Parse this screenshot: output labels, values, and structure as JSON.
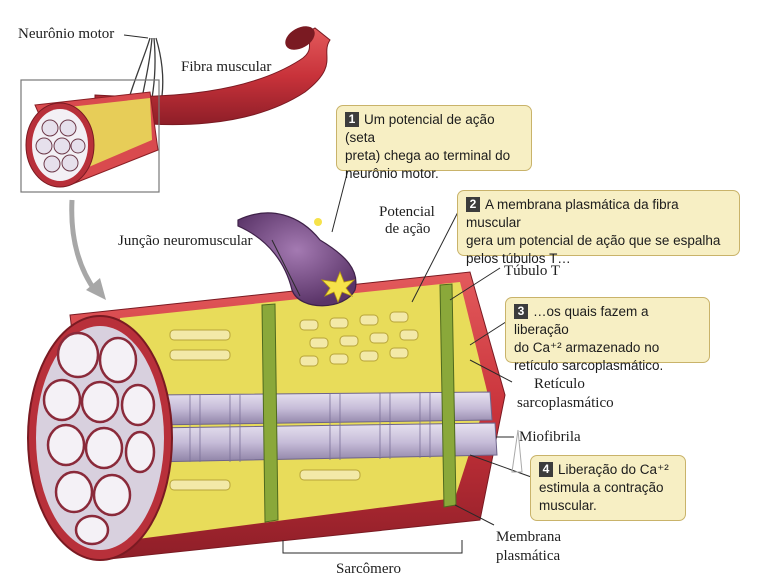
{
  "labels": {
    "motor_neuron": "Neurônio motor",
    "muscle_fiber": "Fibra muscular",
    "action_potential_line1": "Potencial",
    "action_potential_line2": "de ação",
    "neuromuscular_junction": "Junção neuromuscular",
    "t_tubule": "Túbulo T",
    "sr_line1": "Retículo",
    "sr_line2": "sarcoplasmático",
    "myofibril": "Miofibrila",
    "membrane_line1": "Membrana",
    "membrane_line2": "plasmática",
    "sarcomere": "Sarcômero"
  },
  "steps": [
    {
      "number": "1",
      "lines": [
        "Um potencial de ação (seta",
        "preta) chega ao terminal do",
        "neurônio motor."
      ]
    },
    {
      "number": "2",
      "lines": [
        "A membrana plasmática da fibra muscular",
        "gera um potencial de ação que se espalha",
        "pelos túbulos T…"
      ]
    },
    {
      "number": "3",
      "lines": [
        "…os quais fazem a liberação",
        "do Ca⁺² armazenado no",
        "retículo sarcoplasmático."
      ]
    },
    {
      "number": "4",
      "lines": [
        "Liberação do Ca⁺²",
        "estimula a contração",
        "muscular."
      ]
    }
  ],
  "colors": {
    "muscle_red": "#c8323a",
    "sarcoplasmic_reticulum": "#e8dc5a",
    "myofibril_lavender": "#c6bcd8",
    "t_tubule_green": "#8aa83a",
    "neuron_purple": "#7b4e8a",
    "callout_fill": "#f7efc4"
  }
}
